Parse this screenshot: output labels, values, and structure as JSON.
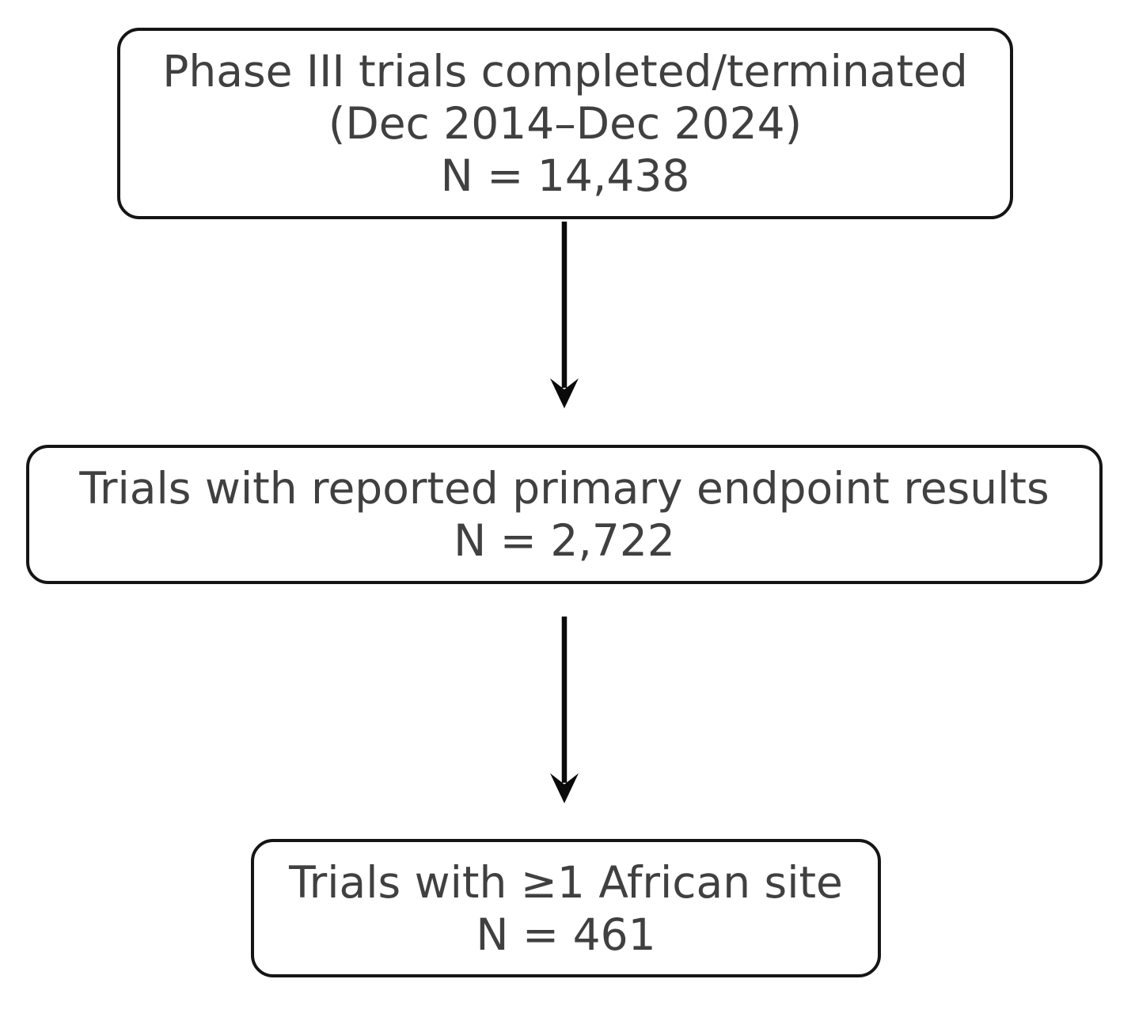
{
  "flowchart": {
    "kind": "study-flow-diagram",
    "background_color": "#ffffff",
    "box_border_color": "#151515",
    "text_color": "#404040",
    "arrow_color": "#0a0a0a",
    "boxes": [
      {
        "id": "phase-3-trials",
        "n": 14438,
        "lines": [
          "Phase III trials completed/terminated",
          "(Dec 2014–Dec 2024)",
          "N = 14,438"
        ]
      },
      {
        "id": "reported-primary-endpoint-results",
        "n": 2722,
        "lines": [
          "Trials with reported primary endpoint results",
          "N = 2,722"
        ]
      },
      {
        "id": "african-site-trials",
        "n": 461,
        "lines": [
          "Trials with ≥1 African site",
          "N = 461"
        ]
      }
    ],
    "arrows": [
      {
        "from": "phase-3-trials",
        "to": "reported-primary-endpoint-results",
        "direction": "down"
      },
      {
        "from": "reported-primary-endpoint-results",
        "to": "african-site-trials",
        "direction": "down"
      }
    ]
  }
}
